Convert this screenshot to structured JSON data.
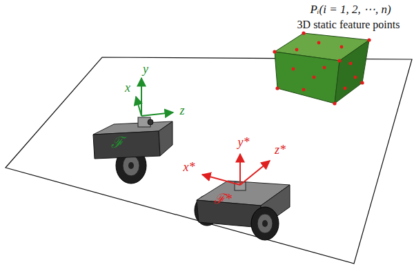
{
  "diagram": {
    "labels": [
      "Pᵢ(i = 1, 2, ⋯, n)",
      "3D static feature points",
      "y",
      "x",
      "z",
      "ℱ",
      "x*",
      "y*",
      "z*",
      "ℱ*"
    ]
  }
}
